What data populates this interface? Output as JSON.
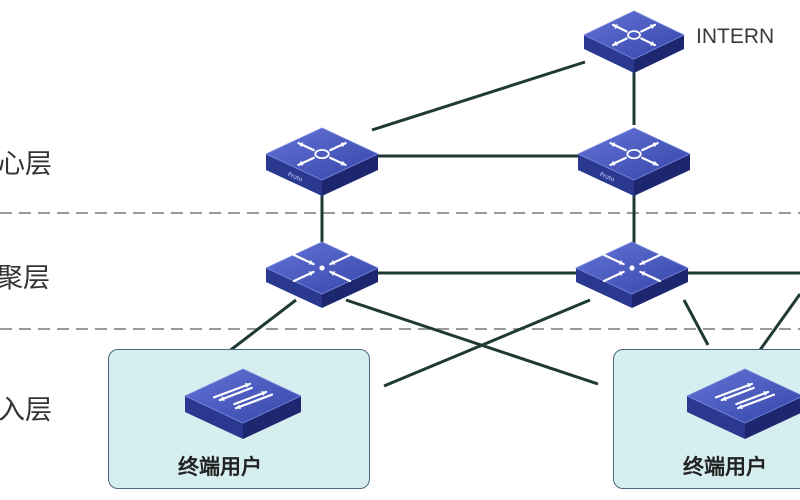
{
  "diagram": {
    "internet_label": "INTERN",
    "layers": {
      "core": "心层",
      "aggregation": "聚层",
      "access": "入层"
    },
    "terminal_label": "终端用户",
    "terminal_label_right": "终端用户",
    "device_badge": "Proto",
    "colors": {
      "device_top": "#4a5bc0",
      "device_side": "#22307e",
      "link": "#1f3a34",
      "divider": "#999999",
      "terminal_fill": "#d6eef0",
      "terminal_border": "#4b6680"
    }
  }
}
